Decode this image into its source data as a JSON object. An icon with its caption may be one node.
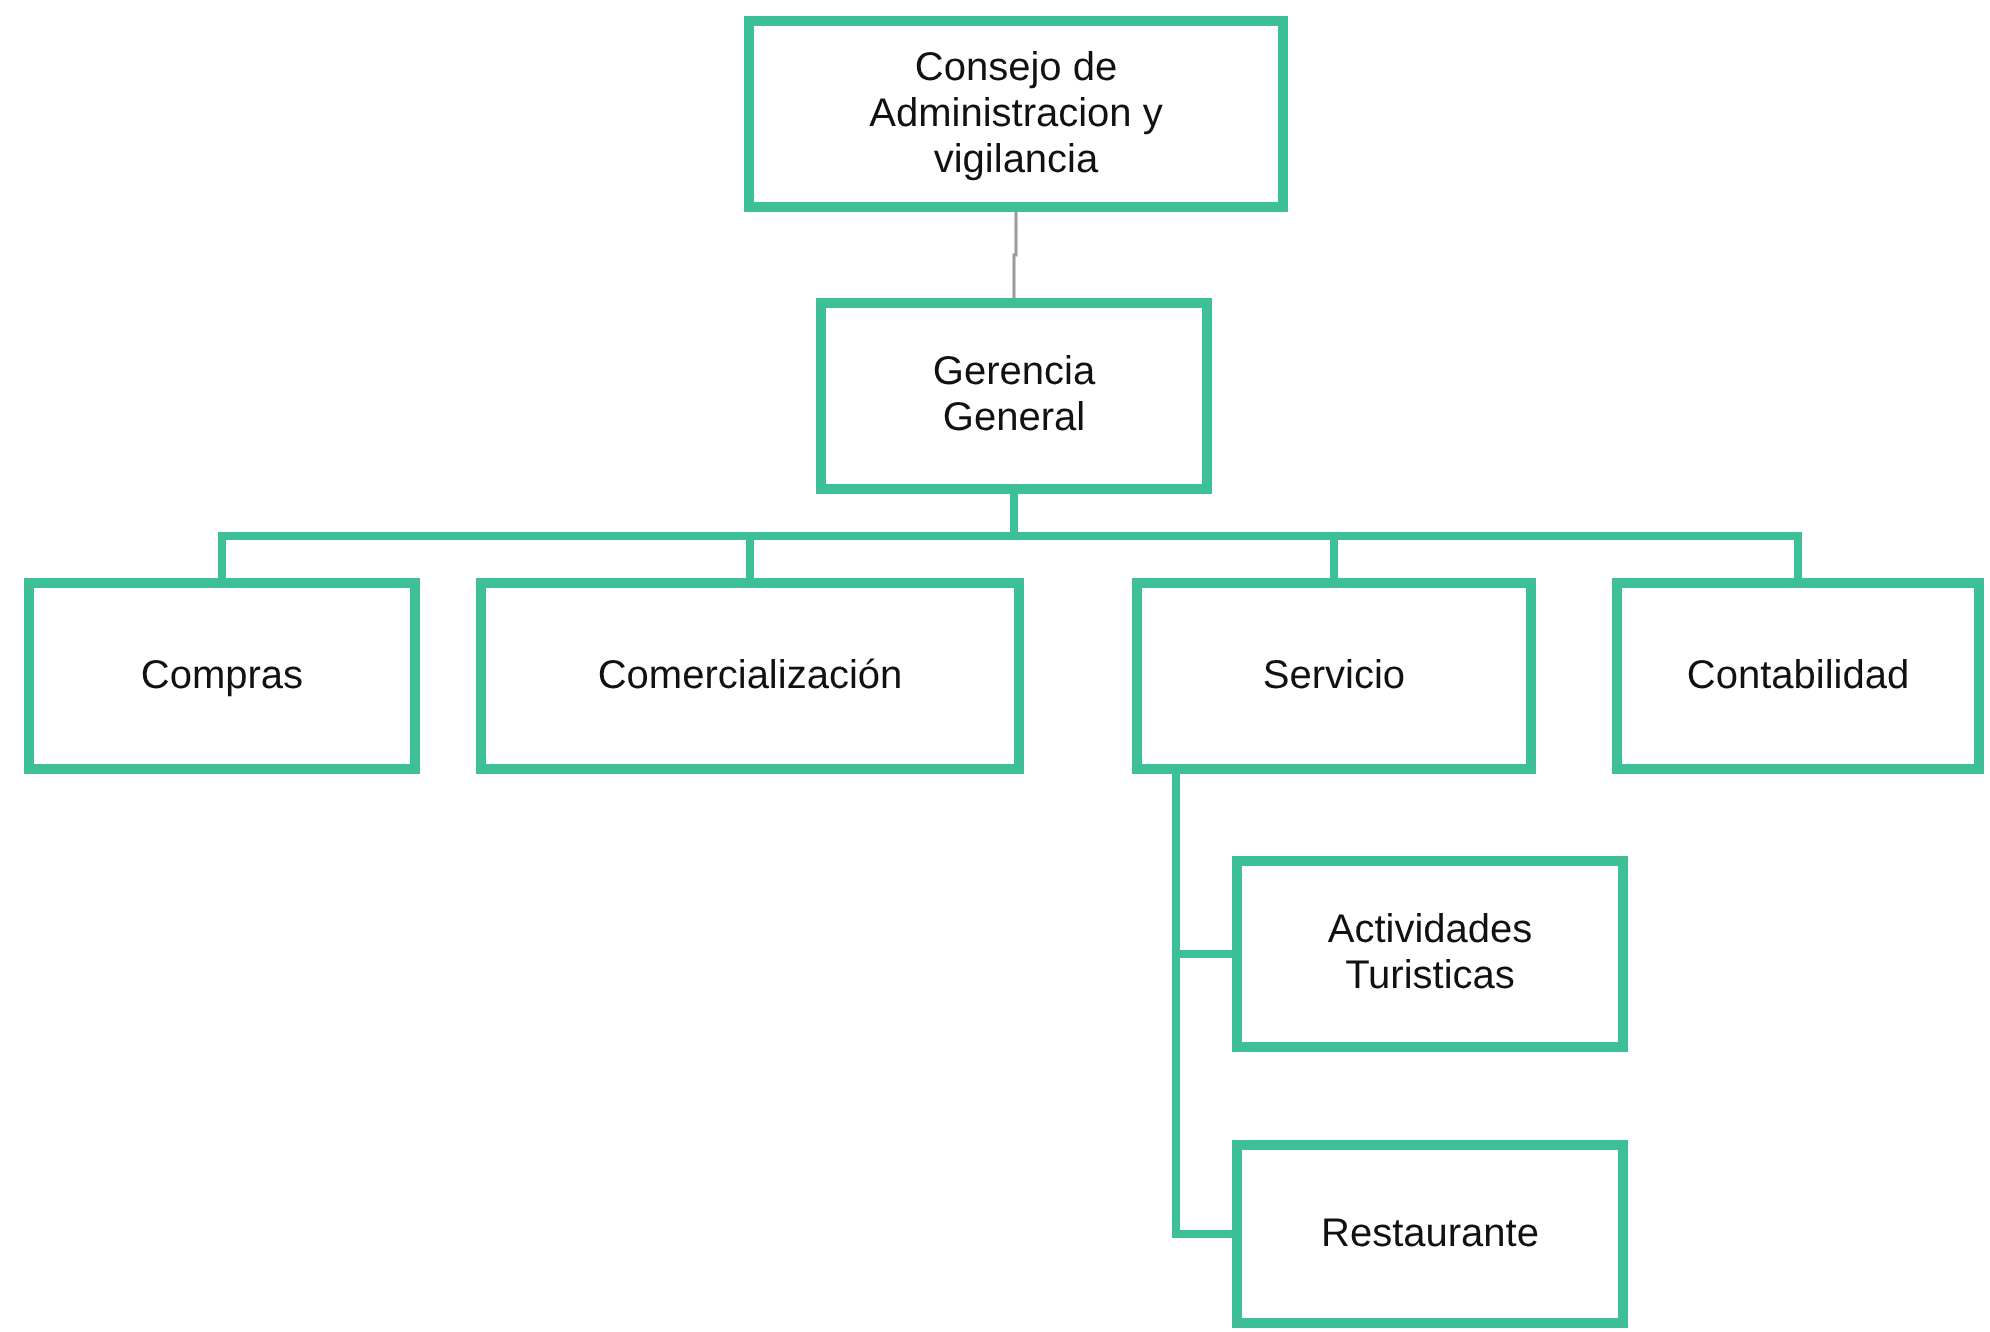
{
  "diagram": {
    "nodes": [
      {
        "text": [
          "Consejo de Administracion y vigilancia"
        ]
      },
      {
        "text": [
          "Gerencia General"
        ]
      },
      {
        "text": [
          "Compras"
        ]
      },
      {
        "text": [
          "Comercialización"
        ]
      },
      {
        "text": [
          "Servicio"
        ]
      },
      {
        "text": [
          "Contabilidad"
        ]
      },
      {
        "text": [
          "Actividades Turisticas"
        ]
      },
      {
        "text": [
          "Restaurante"
        ]
      }
    ],
    "edges": [
      {
        "from": 0,
        "to": 1,
        "arrow": "none",
        "color": "#9a9a9a"
      },
      {
        "from": 1,
        "to": 2,
        "arrow": "none"
      },
      {
        "from": 1,
        "to": 3,
        "arrow": "none"
      },
      {
        "from": 1,
        "to": 4,
        "arrow": "none"
      },
      {
        "from": 1,
        "to": 5,
        "arrow": "none"
      },
      {
        "from": 4,
        "to": 6,
        "arrow": "none"
      },
      {
        "from": 4,
        "to": 7,
        "arrow": "none"
      }
    ]
  }
}
